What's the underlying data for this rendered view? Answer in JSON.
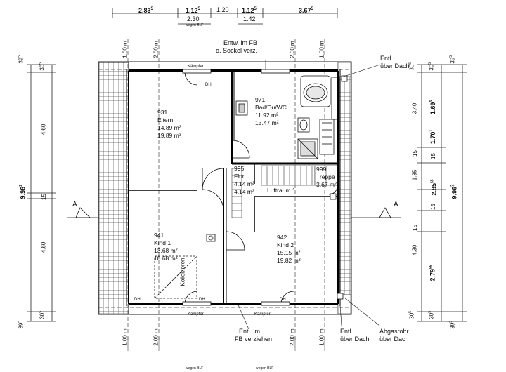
{
  "top_dims": {
    "d1": "2.83",
    "d1_sup": "5",
    "d2": "1.12",
    "d2_sup": "5",
    "d3": "1.20",
    "d4": "1.12",
    "d4_sup": "5",
    "d5": "3.67",
    "d5_sup": "5",
    "d6": "2.30",
    "d7": "1.42",
    "note": "wegen BLF"
  },
  "left_dims": {
    "top30": "30",
    "top30_sup": "5",
    "top39": "39",
    "top39_sup": "5",
    "d460a": "4.60",
    "d15": "15",
    "d460b": "4.60",
    "total": "9.96",
    "total_sup": "2",
    "bot30": "30",
    "bot30_sup": "5",
    "bot39": "39",
    "bot39_sup": "5"
  },
  "right_dims": {
    "top30a": "30",
    "top30a_sup": "5",
    "top30b": "30",
    "top30b_sup": "5",
    "top39": "39",
    "top39_sup": "5",
    "d340": "3.40",
    "d169": "1.69",
    "d169_sup": "5",
    "d170": "1.70",
    "d170_sup": "1",
    "d15a": "15",
    "d135": "1.35",
    "d285": "2.85",
    "d285_sup": "55",
    "d15b": "15",
    "d15c": "15",
    "d15d": "15",
    "total": "9.96",
    "total_sup": "2",
    "d430": "4.30",
    "d279": "2.79",
    "d279_sup": "55",
    "bot30a": "30",
    "bot30a_sup": "5",
    "bot30b": "30",
    "bot30b_sup": "5",
    "bot39": "39",
    "bot39_sup": "5"
  },
  "height_marks": {
    "h100": "1.00 m",
    "h200": "2.00 m"
  },
  "section": {
    "label": "A"
  },
  "annotations": {
    "entw_line1": "Entw. im FB",
    "entw_line2": "o. Sockel verz.",
    "entl_top_line1": "Entl.",
    "entl_top_line2": "über Dach",
    "entl_fb_line1": "Entl. im",
    "entl_fb_line2": "FB verziehen",
    "entl_bot_line1": "Entl.",
    "entl_bot_line2": "über Dach",
    "abgas_line1": "Abgasrohr",
    "abgas_line2": "über Dach",
    "kaempfer": "Kämpfer",
    "dh": "DH",
    "kollektoren": "Kollektoren",
    "bottom_note": "wegen BLF"
  },
  "rooms": {
    "eltern": {
      "no": "931",
      "name": "Eltern",
      "a1": "14.89 m²",
      "a2": "19.89 m²"
    },
    "bad": {
      "no": "971",
      "name": "Bad/Du/WC",
      "a1": "11.92 m²",
      "a2": "13.47 m²"
    },
    "flur": {
      "no": "995",
      "name": "Flur",
      "a1": "4.14 m²",
      "a2": "4.14 m²"
    },
    "treppe": {
      "no": "999",
      "name": "Treppe",
      "a1": "3.67 m²"
    },
    "luftraum": {
      "name": "Luftraum 1"
    },
    "kind1": {
      "no": "941",
      "name": "Kind 1",
      "a1": "13.68 m²",
      "a2": "18.68 m²"
    },
    "kind2": {
      "no": "942",
      "name": "Kind 2",
      "a1": "15.15 m²",
      "a2": "19.82 m²"
    }
  }
}
